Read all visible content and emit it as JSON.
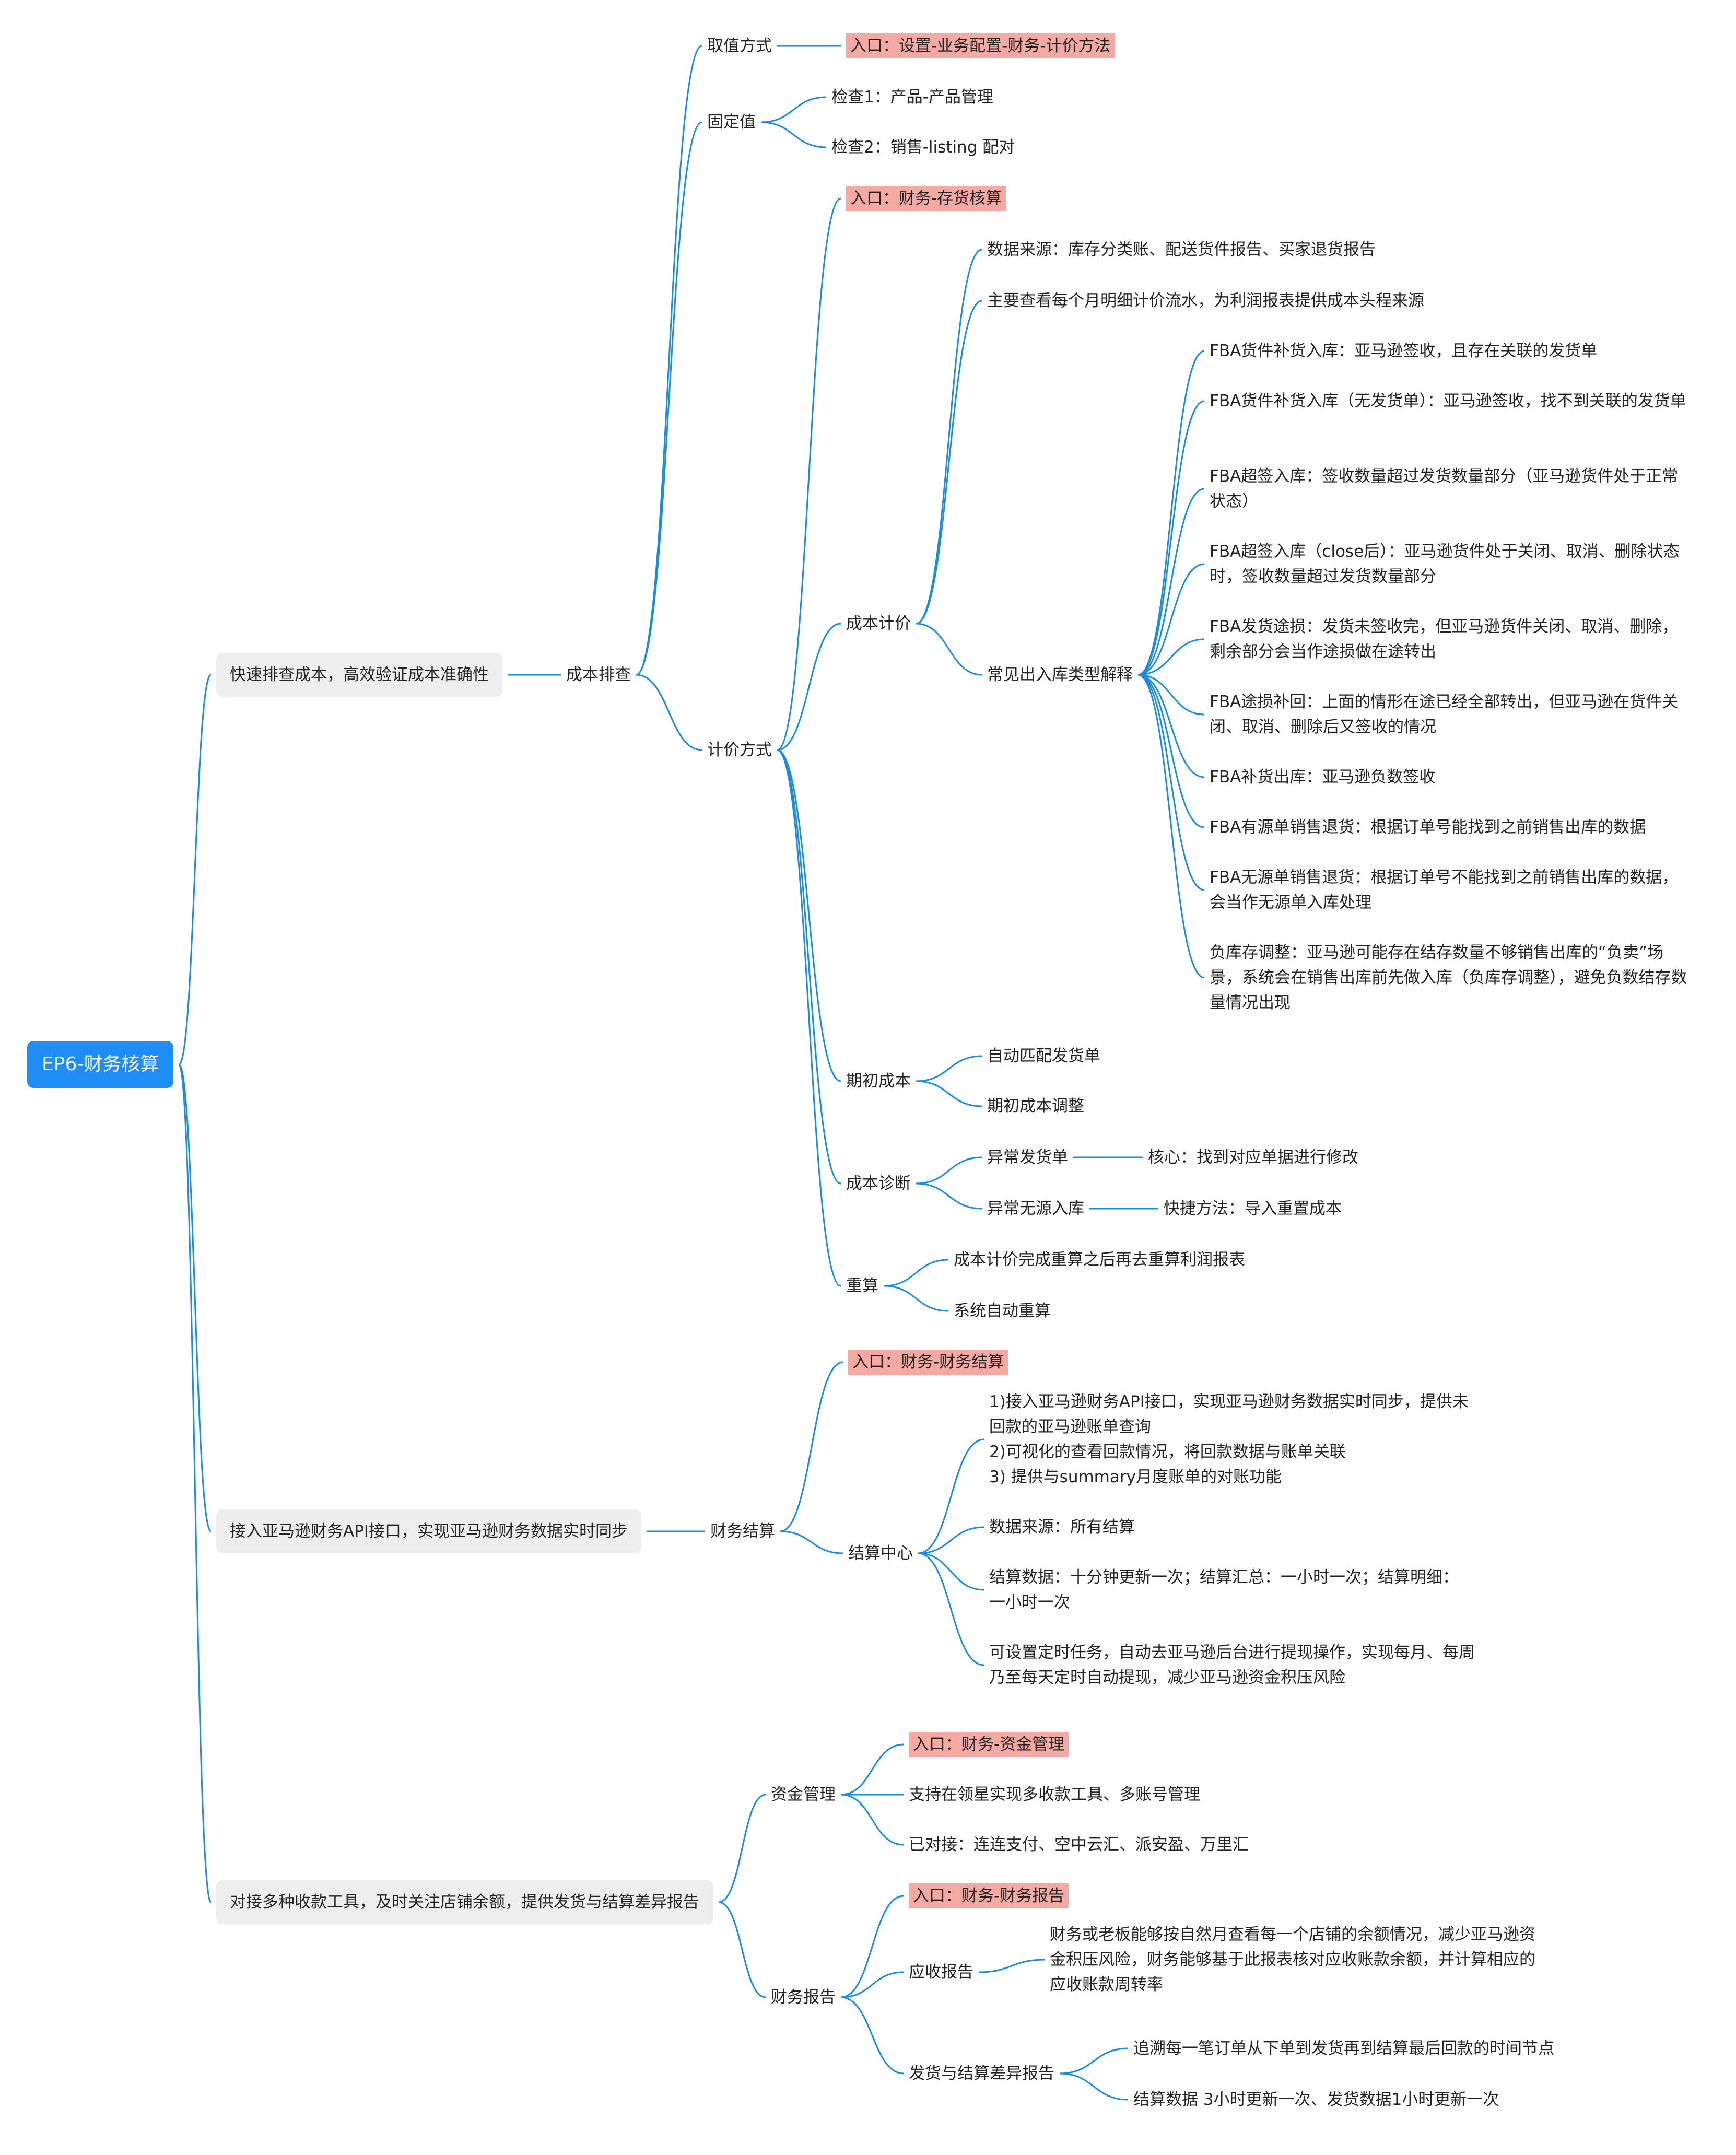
{
  "root": "EP6-财务核算",
  "b1": {
    "title": "快速排查成本，高效验证成本准确性",
    "sub": "成本排查",
    "quzhi": {
      "label": "取值方式",
      "entry": "入口：设置-业务配置-财务-计价方法"
    },
    "guding": {
      "label": "固定值",
      "check1": "检查1：产品-产品管理",
      "check2": "检查2：销售-listing 配对"
    },
    "jijia": {
      "label": "计价方式",
      "entry": "入口：财务-存货核算",
      "chengben": {
        "label": "成本计价",
        "source": "数据来源：库存分类账、配送货件报告、买家退货报告",
        "main": "主要查看每个月明细计价流水，为利润报表提供成本头程来源",
        "types": {
          "label": "常见出入库类型解释",
          "items": [
            "FBA货件补货入库：亚马逊签收，且存在关联的发货单",
            "FBA货件补货入库（无发货单）：亚马逊签收，找不到关联的发货单",
            "FBA超签入库：签收数量超过发货数量部分（亚马逊货件处于正常状态）",
            "FBA超签入库（close后）：亚马逊货件处于关闭、取消、删除状态时，签收数量超过发货数量部分",
            "FBA发货途损：发货未签收完，但亚马逊货件关闭、取消、删除，剩余部分会当作途损做在途转出",
            "FBA途损补回：上面的情形在途已经全部转出，但亚马逊在货件关闭、取消、删除后又签收的情况",
            "FBA补货出库：亚马逊负数签收",
            "FBA有源单销售退货：根据订单号能找到之前销售出库的数据",
            "FBA无源单销售退货：根据订单号不能找到之前销售出库的数据，会当作无源单入库处理",
            "负库存调整：亚马逊可能存在结存数量不够销售出库的“负卖”场景，系统会在销售出库前先做入库（负库存调整），避免负数结存数量情况出现"
          ]
        }
      },
      "qichu": {
        "label": "期初成本",
        "i1": "自动匹配发货单",
        "i2": "期初成本调整"
      },
      "zhenduan": {
        "label": "成本诊断",
        "i1": "异常发货单",
        "i1d": "核心：找到对应单据进行修改",
        "i2": "异常无源入库",
        "i2d": "快捷方法：导入重置成本"
      },
      "chongsuan": {
        "label": "重算",
        "i1": "成本计价完成重算之后再去重算利润报表",
        "i2": "系统自动重算"
      }
    }
  },
  "b2": {
    "title": "接入亚马逊财务API接口，实现亚马逊财务数据实时同步",
    "sub": "财务结算",
    "entry": "入口：财务-财务结算",
    "center": {
      "label": "结算中心",
      "features": [
        "1)接入亚马逊财务API接口，实现亚马逊财务数据实时同步，提供未回款的亚马逊账单查询",
        "2)可视化的查看回款情况，将回款数据与账单关联",
        "3) 提供与summary月度账单的对账功能"
      ],
      "source": "数据来源：所有结算",
      "freq": "结算数据：十分钟更新一次；结算汇总：一小时一次；结算明细：一小时一次",
      "timer": "可设置定时任务，自动去亚马逊后台进行提现操作，实现每月、每周乃至每天定时自动提现，减少亚马逊资金积压风险"
    }
  },
  "b3": {
    "title": "对接多种收款工具，及时关注店铺余额，提供发货与结算差异报告",
    "zijin": {
      "label": "资金管理",
      "entry": "入口：财务-资金管理",
      "i1": "支持在领星实现多收款工具、多账号管理",
      "i2": "已对接：连连支付、空中云汇、派安盈、万里汇"
    },
    "baogao": {
      "label": "财务报告",
      "entry": "入口：财务-财务报告",
      "yingshou": {
        "label": "应收报告",
        "desc": "财务或老板能够按自然月查看每一个店铺的余额情况，减少亚马逊资金积压风险，财务能够基于此报表核对应收账款余额，并计算相应的应收账款周转率"
      },
      "chayi": {
        "label": "发货与结算差异报告",
        "i1": "追溯每一笔订单从下单到发货再到结算最后回款的时间节点",
        "i2": "结算数据 3小时更新一次、发货数据1小时更新一次"
      }
    }
  },
  "colors": {
    "link": "#1a8ce0",
    "root": "#1e8df5",
    "highlight": "#f4aaa3",
    "box": "#eeeeee"
  }
}
